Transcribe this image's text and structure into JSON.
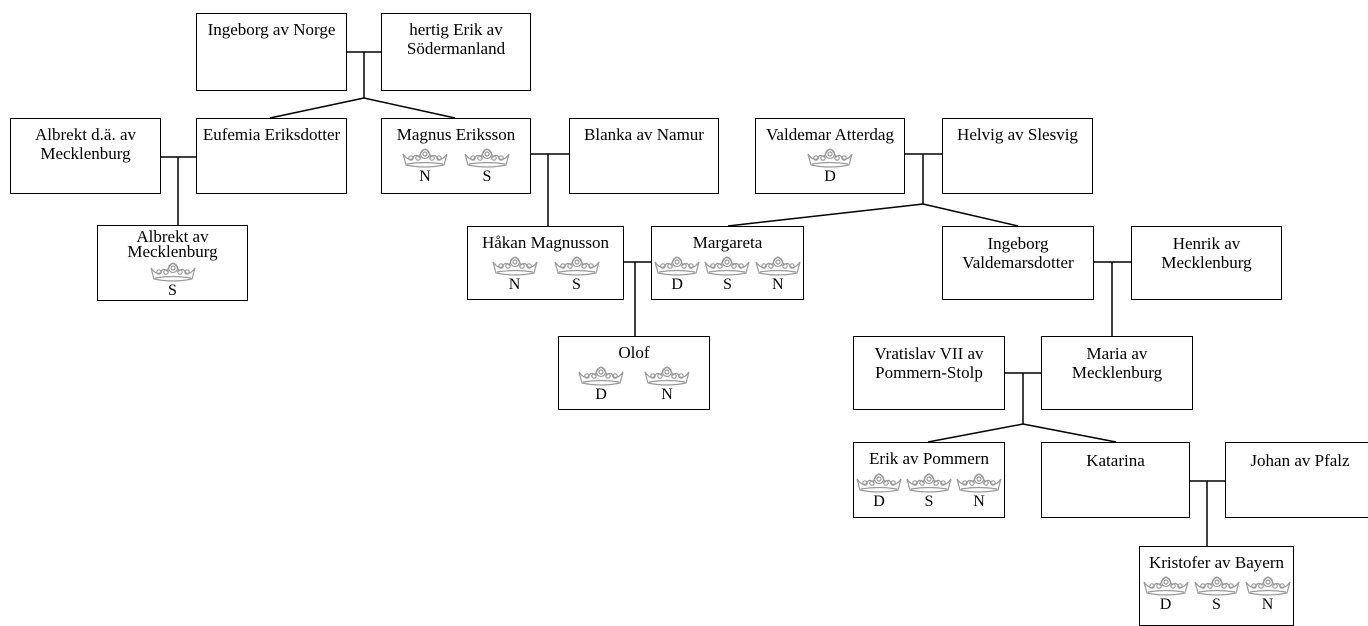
{
  "people": {
    "ingeborg_norge": {
      "name": "Ingeborg av Norge",
      "crowns": []
    },
    "erik_sodermanland": {
      "name": "hertig Erik av\nSödermanland",
      "crowns": []
    },
    "albrekt_da": {
      "name": "Albrekt d.ä. av\nMecklenburg",
      "crowns": []
    },
    "eufemia": {
      "name": "Eufemia Eriksdotter",
      "crowns": []
    },
    "magnus": {
      "name": "Magnus Eriksson",
      "crowns": [
        "N",
        "S"
      ]
    },
    "blanka": {
      "name": "Blanka av Namur",
      "crowns": []
    },
    "valdemar": {
      "name": "Valdemar Atterdag",
      "crowns": [
        "D"
      ]
    },
    "helvig": {
      "name": "Helvig av Slesvig",
      "crowns": []
    },
    "albrekt": {
      "name": "Albrekt av\nMecklenburg",
      "crowns": [
        "S"
      ]
    },
    "hakan": {
      "name": "Håkan Magnusson",
      "crowns": [
        "N",
        "S"
      ]
    },
    "margareta": {
      "name": "Margareta",
      "crowns": [
        "D",
        "S",
        "N"
      ]
    },
    "ingeborg_v": {
      "name": "Ingeborg\nValdemarsdotter",
      "crowns": []
    },
    "henrik": {
      "name": "Henrik av\nMecklenburg",
      "crowns": []
    },
    "olof": {
      "name": "Olof",
      "crowns": [
        "D",
        "N"
      ]
    },
    "vratislav": {
      "name": "Vratislav VII av\nPommern-Stolp",
      "crowns": []
    },
    "maria": {
      "name": "Maria av\nMecklenburg",
      "crowns": []
    },
    "erik_pommern": {
      "name": "Erik av Pommern",
      "crowns": [
        "D",
        "S",
        "N"
      ]
    },
    "katarina": {
      "name": "Katarina",
      "crowns": []
    },
    "johan": {
      "name": "Johan av Pfalz",
      "crowns": []
    },
    "kristofer": {
      "name": "Kristofer av Bayern",
      "crowns": [
        "D",
        "S",
        "N"
      ]
    }
  },
  "icons": {
    "crown": "crown-icon"
  },
  "colors": {
    "line": "#000000",
    "box_fill": "#ffffff",
    "crown": "#9a9a9a"
  }
}
